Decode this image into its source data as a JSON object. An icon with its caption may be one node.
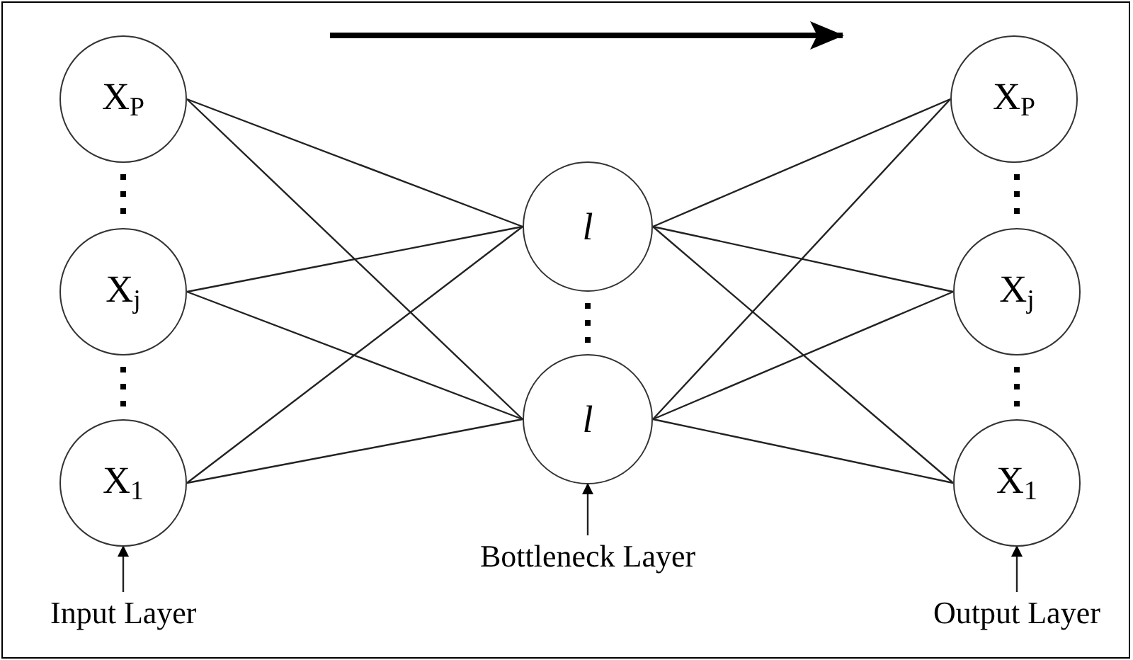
{
  "diagram": {
    "nodes": [
      {
        "text": [
          "X$_{P}$"
        ]
      },
      {
        "text": [
          "X$_{j}$"
        ]
      },
      {
        "text": [
          "X$_{1}$"
        ]
      },
      {
        "text": [
          "l"
        ]
      },
      {
        "text": [
          "l"
        ]
      },
      {
        "text": [
          "X$_{P}$"
        ]
      },
      {
        "text": [
          "X$_{j}$"
        ]
      },
      {
        "text": [
          "X$_{1}$"
        ]
      },
      {
        "text": [
          "Input Layer"
        ]
      },
      {
        "text": [
          "Bottleneck Layer"
        ]
      },
      {
        "text": [
          "Output Layer"
        ]
      }
    ],
    "edges": [
      {
        "from": 0,
        "to": 3,
        "arrow": "none"
      },
      {
        "from": 0,
        "to": 4,
        "arrow": "none"
      },
      {
        "from": 1,
        "to": 3,
        "arrow": "none"
      },
      {
        "from": 1,
        "to": 4,
        "arrow": "none"
      },
      {
        "from": 2,
        "to": 3,
        "arrow": "none"
      },
      {
        "from": 2,
        "to": 4,
        "arrow": "none"
      },
      {
        "from": 3,
        "to": 5,
        "arrow": "none"
      },
      {
        "from": 3,
        "to": 6,
        "arrow": "none"
      },
      {
        "from": 3,
        "to": 7,
        "arrow": "none"
      },
      {
        "from": 4,
        "to": 5,
        "arrow": "none"
      },
      {
        "from": 4,
        "to": 6,
        "arrow": "none"
      },
      {
        "from": 4,
        "to": 7,
        "arrow": "none"
      },
      {
        "from": 8,
        "to": 2,
        "arrow": "to"
      },
      {
        "from": 9,
        "to": 4,
        "arrow": "to"
      },
      {
        "from": 10,
        "to": 7,
        "arrow": "to"
      }
    ]
  }
}
